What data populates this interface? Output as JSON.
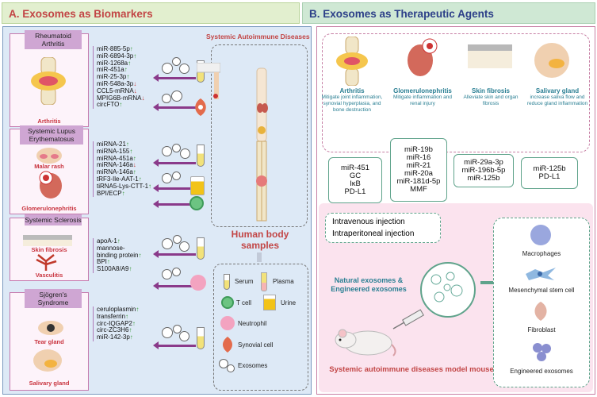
{
  "headerA": "A. Exosomes as Biomarkers",
  "headerB": "B. Exosomes as Therapeutic Agents",
  "systemic_title": "Systemic Autoimmune Diseases",
  "human_body": "Human body samples",
  "diseases": [
    {
      "title": "Rheumatoid Arthritis",
      "sub": [
        "Arthritis"
      ],
      "markers": [
        [
          "miR-885-5p",
          "↑"
        ],
        [
          "miR-6894-3p",
          "↑"
        ],
        [
          "miR-1268a",
          "↑"
        ],
        [
          "miR-451a",
          "↑"
        ],
        [
          "miR-25-3p",
          "↑"
        ],
        [
          "miR-548a-3p",
          "↓"
        ],
        [
          "CCL5-mRNA",
          "↓"
        ],
        [
          "MPIG6B-mRNA",
          "↓"
        ],
        [
          "circFTO",
          "↑"
        ]
      ]
    },
    {
      "title": "Systemic Lupus Erythematosus",
      "sub": [
        "Malar rash",
        "Glomerulonephritis"
      ],
      "markers": [
        [
          "miRNA-21",
          "↑"
        ],
        [
          "miRNA-155",
          "↑"
        ],
        [
          "miRNA-451a",
          "↑"
        ],
        [
          "miRNA-146a",
          "↓"
        ],
        [
          "miRNA-146a",
          "↑"
        ],
        [
          "tRF3-Ile-AAT-1",
          "↑"
        ],
        [
          "tiRNA5-Lys-CTT-1",
          "↑"
        ],
        [
          "BPI/ECP",
          "↑"
        ]
      ]
    },
    {
      "title": "Systemic Sclerosis",
      "sub": [
        "Skin fibrosis",
        "Vasculitis"
      ],
      "markers": [
        [
          "apoA-1",
          "↑"
        ],
        [
          "mannose-",
          ""
        ],
        [
          "binding protein",
          "↑"
        ],
        [
          "BPI",
          "↑"
        ],
        [
          "S100A8/A9",
          "↑"
        ]
      ]
    },
    {
      "title": "Sjögren's Syndrome",
      "sub": [
        "Tear gland",
        "Salivary gland"
      ],
      "markers": [
        [
          "ceruloplasmin",
          "↑"
        ],
        [
          "transferrin",
          "↑"
        ],
        [
          "circ-IQGAP2",
          "↑"
        ],
        [
          "circ-ZC3H6",
          "↑"
        ],
        [
          "miR-142-3p",
          "↑"
        ]
      ]
    }
  ],
  "legend": {
    "serum": "Serum",
    "plasma": "Plasma",
    "tcell": "T cell",
    "urine": "Urine",
    "neutrophil": "Neutrophil",
    "synovial": "Synovial cell",
    "exosomes": "Exosomes"
  },
  "targets": [
    {
      "name": "Arthritis",
      "desc": "Mitigate joint inflammation, synovial hyperplasia, and bone destruction"
    },
    {
      "name": "Glomerulonephritis",
      "desc": "Mitigate inflammation and renal injury"
    },
    {
      "name": "Skin fibrosis",
      "desc": "Alleviate skin and organ fibrosis"
    },
    {
      "name": "Salivary gland",
      "desc": "increase saliva flow and reduce gland inflammation"
    }
  ],
  "therapy_boxes": [
    [
      "miR-451",
      "GC",
      "IκB",
      "PD-L1"
    ],
    [
      "miR-19b",
      "miR-16",
      "miR-21",
      "miR-20a",
      "miR-181d-5p",
      "MMF"
    ],
    [
      "miR-29a-3p",
      "miR-196b-5p",
      "miR-125b"
    ],
    [
      "miR-125b",
      "PD-L1"
    ]
  ],
  "injection": [
    "Intravenous injection",
    "Intraperitoneal injection"
  ],
  "natural": "Natural exosomes & Engineered exosomes",
  "mouse": "Systemic autoimmune diseases model mouse",
  "cells": [
    "Macrophages",
    "Mesenchymal stem cell",
    "Fibroblast",
    "Engineered exosomes"
  ],
  "colors": {
    "accent_red": "#c24545",
    "accent_teal": "#2a7f93",
    "panel_blue": "#dde9f6"
  }
}
